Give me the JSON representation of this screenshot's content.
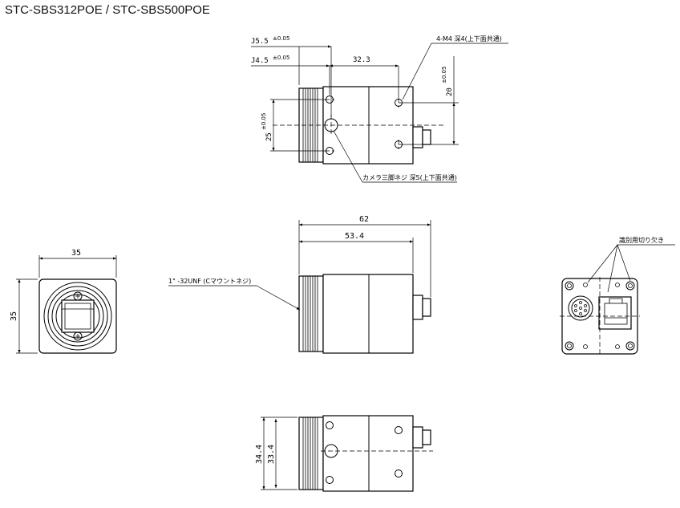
{
  "title": "STC-SBS312POE / STC-SBS500POE",
  "top_view": {
    "dim_j55": "J5.5",
    "dim_j55_tol": "±0.05",
    "dim_j45": "J4.5",
    "dim_j45_tol": "±0.05",
    "dim_323": "32.3",
    "dim_20": "20",
    "dim_20_tol": "±0.05",
    "dim_25": "25",
    "dim_25_tol": "±0.05",
    "note_m4": "4-M4 深4(上下面共通)",
    "note_tripod": "カメラ三脚ネジ 深5(上下面共通)"
  },
  "front_view": {
    "dim_35_w": "35",
    "dim_35_h": "35"
  },
  "side_view": {
    "dim_62": "62",
    "dim_534": "53.4",
    "note_mount": "1\" -32UNF (Cマウントネジ)"
  },
  "rear_view": {
    "note_notch": "識別用切り欠き"
  },
  "bottom_view": {
    "dim_344": "34.4",
    "dim_334": "33.4"
  }
}
